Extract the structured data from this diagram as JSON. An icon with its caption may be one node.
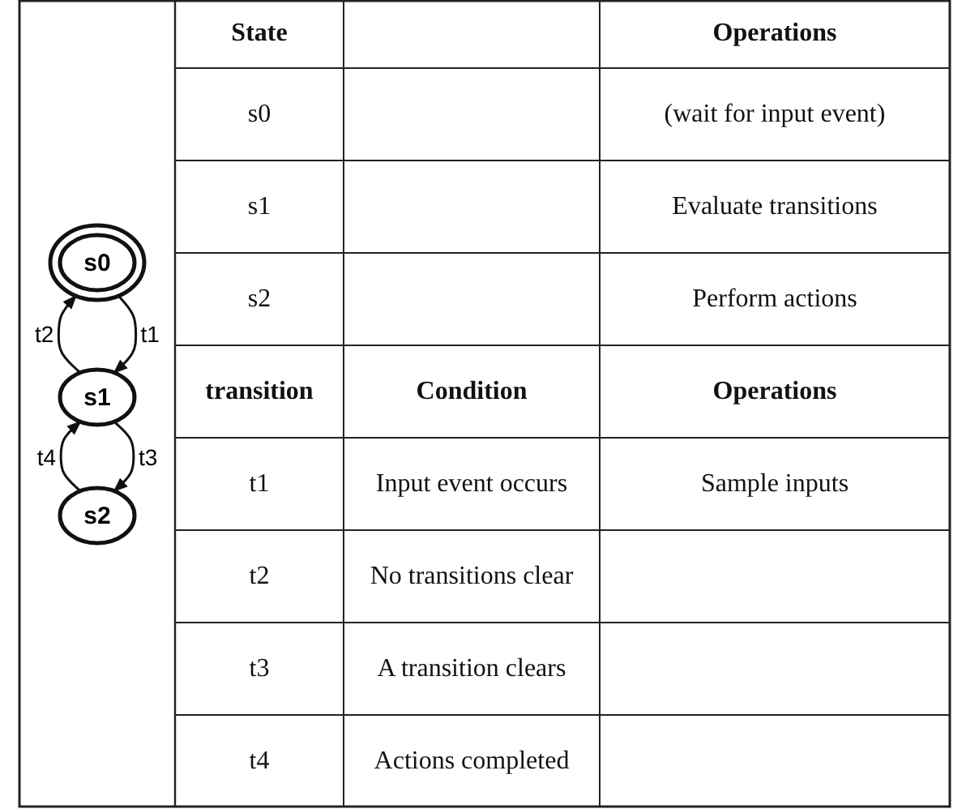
{
  "diagram": {
    "nodes": [
      {
        "text": [
          "s0"
        ]
      },
      {
        "text": [
          "s1"
        ]
      },
      {
        "text": [
          "s2"
        ]
      }
    ],
    "edges": [
      {
        "from": 0,
        "to": 1,
        "arrow": "to",
        "label": "t1"
      },
      {
        "from": 1,
        "to": 0,
        "arrow": "to",
        "label": "t2"
      },
      {
        "from": 1,
        "to": 2,
        "arrow": "to",
        "label": "t3"
      },
      {
        "from": 2,
        "to": 1,
        "arrow": "to",
        "label": "t4"
      }
    ],
    "labels": [
      "State",
      "Operations",
      "s0",
      "(wait for input event)",
      "s1",
      "Evaluate transitions",
      "s2",
      "Perform actions",
      "transition",
      "Condition",
      "Operations",
      "t1",
      "Input event occurs",
      "Sample inputs",
      "t2",
      "No transitions clear",
      "t3",
      "A transition clears",
      "t4",
      "Actions completed"
    ]
  }
}
